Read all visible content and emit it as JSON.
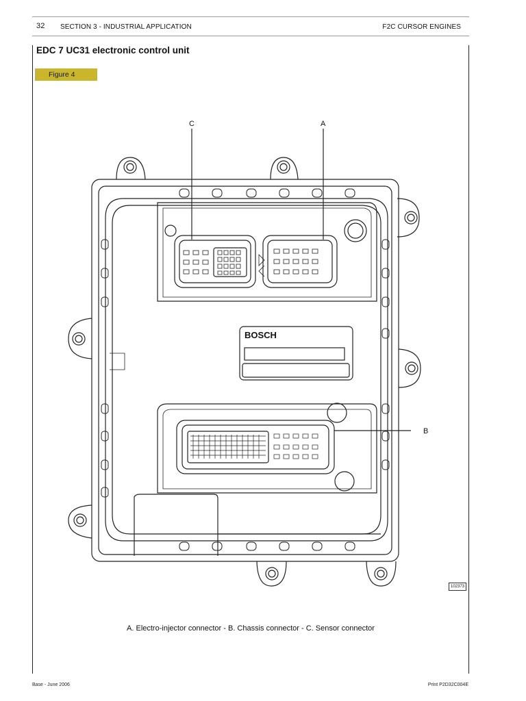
{
  "header": {
    "page_number": "32",
    "section": "SECTION 3 - INDUSTRIAL APPLICATION",
    "manual": "F2C CURSOR ENGINES"
  },
  "title": "EDC 7 UC31 electronic control unit",
  "figure_label": "Figure 4",
  "drawing": {
    "callouts": [
      "C",
      "A",
      "B"
    ],
    "brand": "BOSCH",
    "reference_number": "102373"
  },
  "caption": "A. Electro-injector connector - B. Chassis connector - C. Sensor connector",
  "footer": {
    "left": "Base - June 2006",
    "right": "Print P2D32C004E"
  }
}
